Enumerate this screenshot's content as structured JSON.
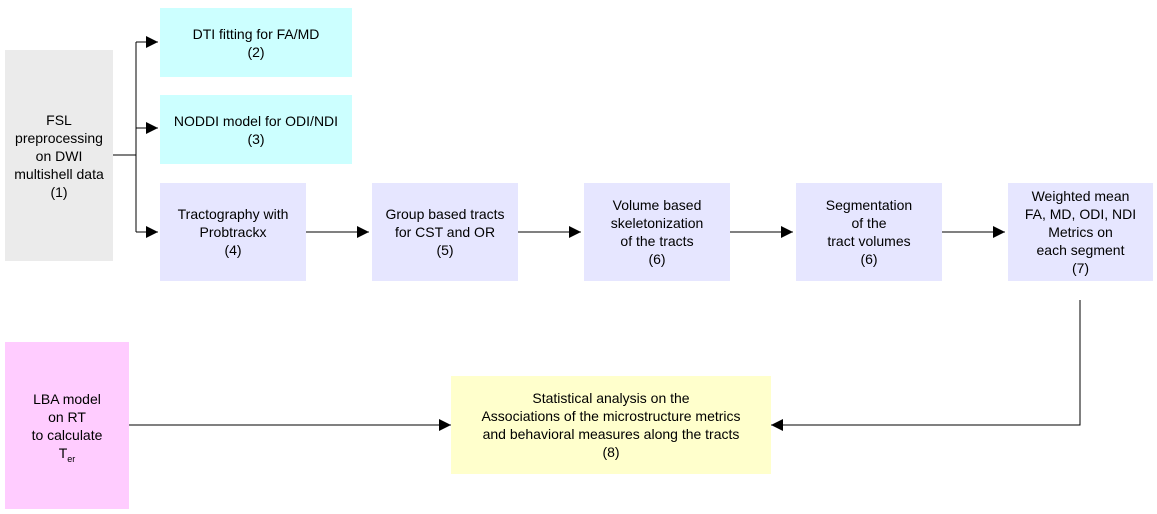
{
  "colors": {
    "gray": "#ebebeb",
    "cyan": "#ccffff",
    "lavender": "#e6e6ff",
    "pink": "#ffccff",
    "yellow": "#ffffcc",
    "line": "#000000"
  },
  "nodes": {
    "n1": {
      "lines": [
        "FSL",
        "preprocessing",
        "on DWI",
        "multishell data",
        "(1)"
      ]
    },
    "n2": {
      "lines": [
        "DTI fitting for FA/MD",
        "(2)"
      ]
    },
    "n3": {
      "lines": [
        "NODDI model for ODI/NDI",
        "(3)"
      ]
    },
    "n4": {
      "lines": [
        "Tractography with",
        "Probtrackx",
        "(4)"
      ]
    },
    "n5": {
      "lines": [
        "Group based tracts",
        "for CST and OR",
        "(5)"
      ]
    },
    "n6a": {
      "lines": [
        "Volume based",
        "skeletonization",
        "of the tracts",
        "(6)"
      ]
    },
    "n6b": {
      "lines": [
        "Segmentation",
        "of the",
        "tract volumes",
        "(6)"
      ]
    },
    "n7": {
      "lines": [
        "Weighted mean",
        "FA, MD, ODI, NDI",
        "Metrics on",
        "each segment",
        "(7)"
      ]
    },
    "lba": {
      "lines": [
        "LBA model",
        "on RT",
        "to calculate"
      ],
      "ter_main": "T",
      "ter_sub": "er"
    },
    "n8": {
      "lines": [
        "Statistical analysis on the",
        "Associations of the microstructure metrics",
        "and behavioral measures along the tracts",
        "(8)"
      ]
    }
  }
}
